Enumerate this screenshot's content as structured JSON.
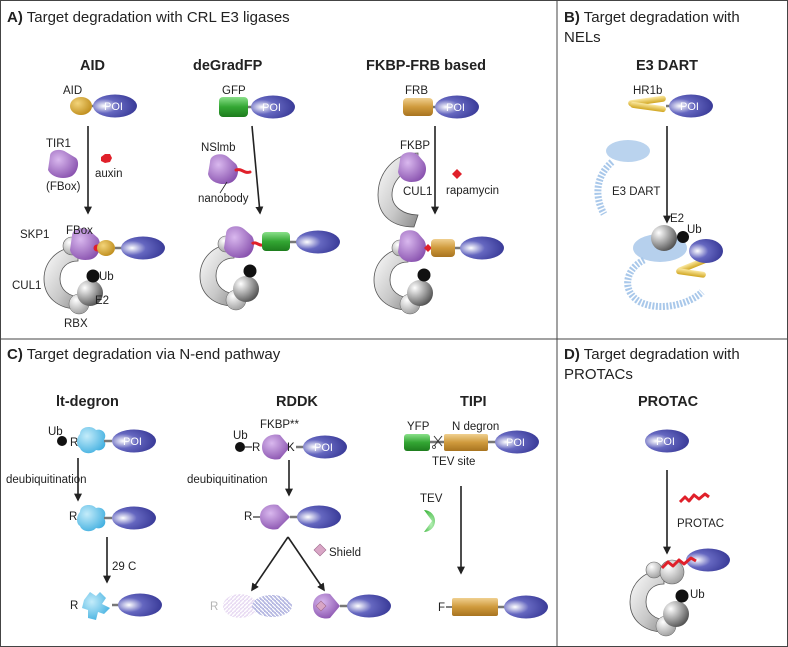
{
  "panels": {
    "a": {
      "letter": "A)",
      "title": "Target degradation with CRL E3 ligases",
      "aid": {
        "heading": "AID",
        "tag": "AID",
        "ligase": "TIR1",
        "ligase_note": "(FBox)",
        "inducer": "auxin",
        "fbox": "FBox",
        "skp1": "SKP1",
        "cul1": "CUL1",
        "ub": "Ub",
        "e2": "E2",
        "rbx": "RBX"
      },
      "degradfp": {
        "heading": "deGradFP",
        "tag": "GFP",
        "binder": "NSlmb",
        "nanobody": "nanobody"
      },
      "fkbp": {
        "heading": "FKBP-FRB based",
        "tag": "FRB",
        "fkbp": "FKBP",
        "cul1": "CUL1",
        "inducer": "rapamycin"
      }
    },
    "b": {
      "letter": "B)",
      "title_line1": "Target degradation with",
      "title_line2": "NELs",
      "heading": "E3 DART",
      "tag": "HR1b",
      "ligase": "E3 DART",
      "e2": "E2",
      "ub": "Ub"
    },
    "c": {
      "letter": "C)",
      "title": "Target degradation via N-end pathway",
      "ltdegron": {
        "heading": "lt-degron",
        "ub": "Ub",
        "r": "R",
        "step1": "deubiquitination",
        "r2": "R",
        "step2": "29 C",
        "r3": "R"
      },
      "rddk": {
        "heading": "RDDK",
        "fkbp": "FKBP**",
        "ub": "Ub",
        "r": "R",
        "k": "K",
        "step1": "deubiquitination",
        "r2": "R",
        "shield": "Shield",
        "r3": "R"
      },
      "tipi": {
        "heading": "TIPI",
        "yfp": "YFP",
        "ndegron": "N degron",
        "tev_site": "TEV site",
        "tev": "TEV",
        "f": "F"
      }
    },
    "d": {
      "letter": "D)",
      "title_line1": "Target degradation with",
      "title_line2": "PROTACs",
      "heading": "PROTAC",
      "protac": "PROTAC",
      "ub": "Ub"
    }
  },
  "poi_label": "POI",
  "colors": {
    "poi": "#2e2f8f",
    "aid_tag": "#c89418",
    "gfp": "#3aa83a",
    "fbox": "#8e55b4",
    "red": "#e0202a",
    "cyan": "#3ab0e0",
    "yellow": "#e8c23c",
    "lightblue": "#a9c8ea"
  }
}
